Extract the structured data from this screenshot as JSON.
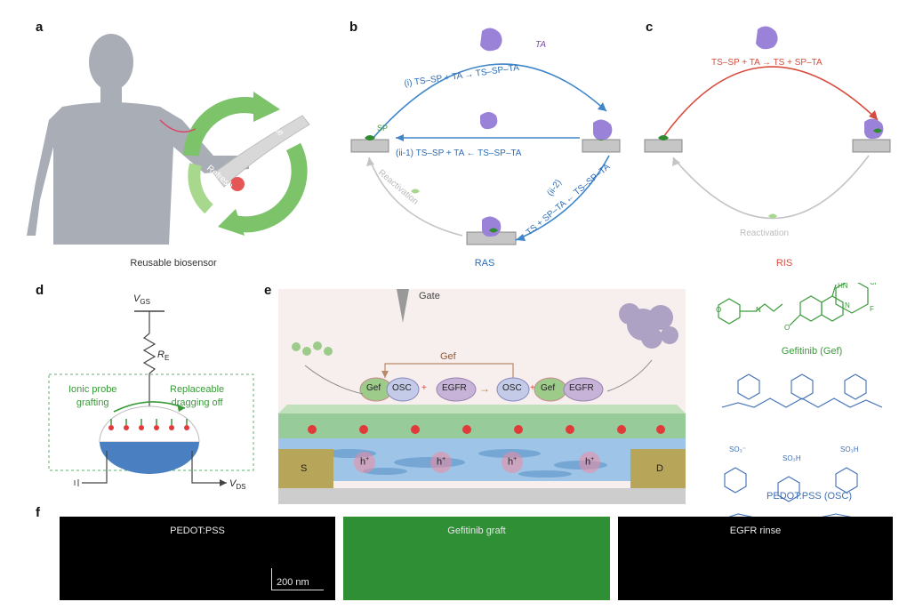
{
  "panel_labels": {
    "a": "a",
    "b": "b",
    "c": "c",
    "d": "d",
    "e": "e",
    "f": "f"
  },
  "panel_a": {
    "caption": "Reusable biosensor",
    "refresh": "Refresh",
    "sense": "Sense"
  },
  "panel_b": {
    "ta": "TA",
    "step_i": "(i) TS–SP + TA → TS–SP–TA",
    "sp": "SP",
    "step_ii1": "(ii-1) TS–SP + TA ← TS–SP–TA",
    "step_ii2_label": "(ii-2)",
    "step_ii2": "TS + SP–TA ← TS–SP–TA",
    "reactivation": "Reactivation",
    "caption": "RAS"
  },
  "panel_c": {
    "step": "TS–SP + TA → TS + SP–TA",
    "reactivation": "Reactivation",
    "caption": "RIS"
  },
  "panel_d": {
    "vgs": "V",
    "vgs_sub": "GS",
    "re": "R",
    "re_sub": "E",
    "left_label_1": "Ionic probe",
    "left_label_2": "grafting",
    "right_label_1": "Replaceable",
    "right_label_2": "dragging off",
    "vds": "V",
    "vds_sub": "DS"
  },
  "panel_e": {
    "gate": "Gate",
    "gef_top": "Gef",
    "gef": "Gef",
    "osc": "OSC",
    "egfr": "EGFR",
    "plus": "+",
    "arrow": "→",
    "hole": "h",
    "hole_sup": "+",
    "source": "S",
    "drain": "D"
  },
  "molecules": {
    "gef_caption": "Gefitinib (Gef)",
    "pedot_caption": "PEDOT:PSS (OSC)",
    "cl": "Cl",
    "f": "F",
    "hn": "HN",
    "n": "N",
    "o": "O",
    "so3h": "SO₃H",
    "so3minus": "SO₃⁻"
  },
  "panel_f": {
    "img1": "PEDOT:PSS",
    "img2": "Gefitinib graft",
    "img3": "EGFR rinse",
    "scale_bar": "200 nm"
  },
  "colors": {
    "green": "#3a9a3a",
    "blue": "#2b6cb5",
    "red": "#d84a3a",
    "purple": "#9a82d8",
    "panel_e_bg": "#f7eeee",
    "graft_green": "#2f8a30"
  }
}
